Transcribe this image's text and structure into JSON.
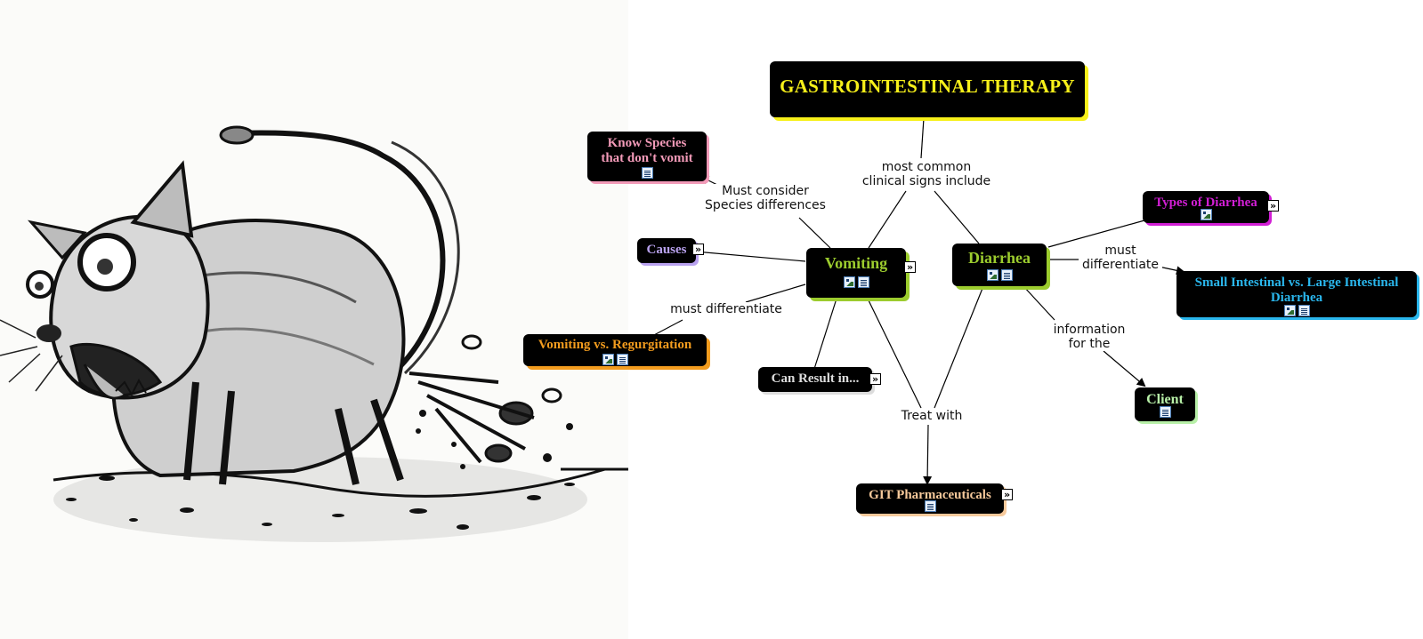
{
  "map": {
    "colors": {
      "root": "#f7f01a",
      "know_species": "#f29ab8",
      "causes": "#b9a2ef",
      "vomiting": "#9ccc2e",
      "diarrhea": "#9ccc2e",
      "types": "#d11ed4",
      "small_large": "#2ab6ec",
      "vom_regurg": "#f39c1e",
      "can_result": "#dcdcdc",
      "client": "#b8f0a8",
      "git": "#f6c99b"
    },
    "nodes": {
      "root": "GASTROINTESTINAL THERAPY",
      "know_species_1": "Know Species",
      "know_species_2": "that don't vomit",
      "causes": "Causes",
      "vomiting": "Vomiting",
      "diarrhea": "Diarrhea",
      "types_of_diarrhea": "Types of Diarrhea",
      "small_large_1": "Small Intestinal vs. Large Intestinal",
      "small_large_2": "Diarrhea",
      "vom_regurg": "Vomiting vs. Regurgitation",
      "can_result": "Can Result in...",
      "client": "Client",
      "git_pharma": "GIT Pharmaceuticals"
    },
    "links": {
      "clinical_1": "most common",
      "clinical_2": "clinical signs include",
      "species_1": "Must consider",
      "species_2": "Species differences",
      "vom_differentiate": "must differentiate",
      "dia_differentiate_1": "must",
      "dia_differentiate_2": "differentiate",
      "info_1": "information",
      "info_2": "for the",
      "treat_with": "Treat with"
    },
    "icons": {
      "expand": "expand-arrow-icon",
      "image": "image-resource-icon",
      "document": "document-resource-icon"
    }
  }
}
